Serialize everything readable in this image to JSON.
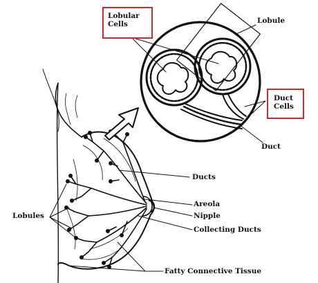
{
  "diagram": {
    "labels": {
      "lobular_cells_line1": "Lobular",
      "lobular_cells_line2": "Cells",
      "lobule": "Lobule",
      "duct_cells_line1": "Duct",
      "duct_cells_line2": "Cells",
      "duct": "Duct",
      "ducts": "Ducts",
      "lobules": "Lobules",
      "areola": "Areola",
      "nipple": "Nipple",
      "collecting_ducts": "Collecting Ducts",
      "fatty_connective_tissue": "Fatty Connective Tissue"
    },
    "colors": {
      "ink": "#111111",
      "highlight_box": "#d12a2a",
      "background": "#ffffff"
    }
  }
}
